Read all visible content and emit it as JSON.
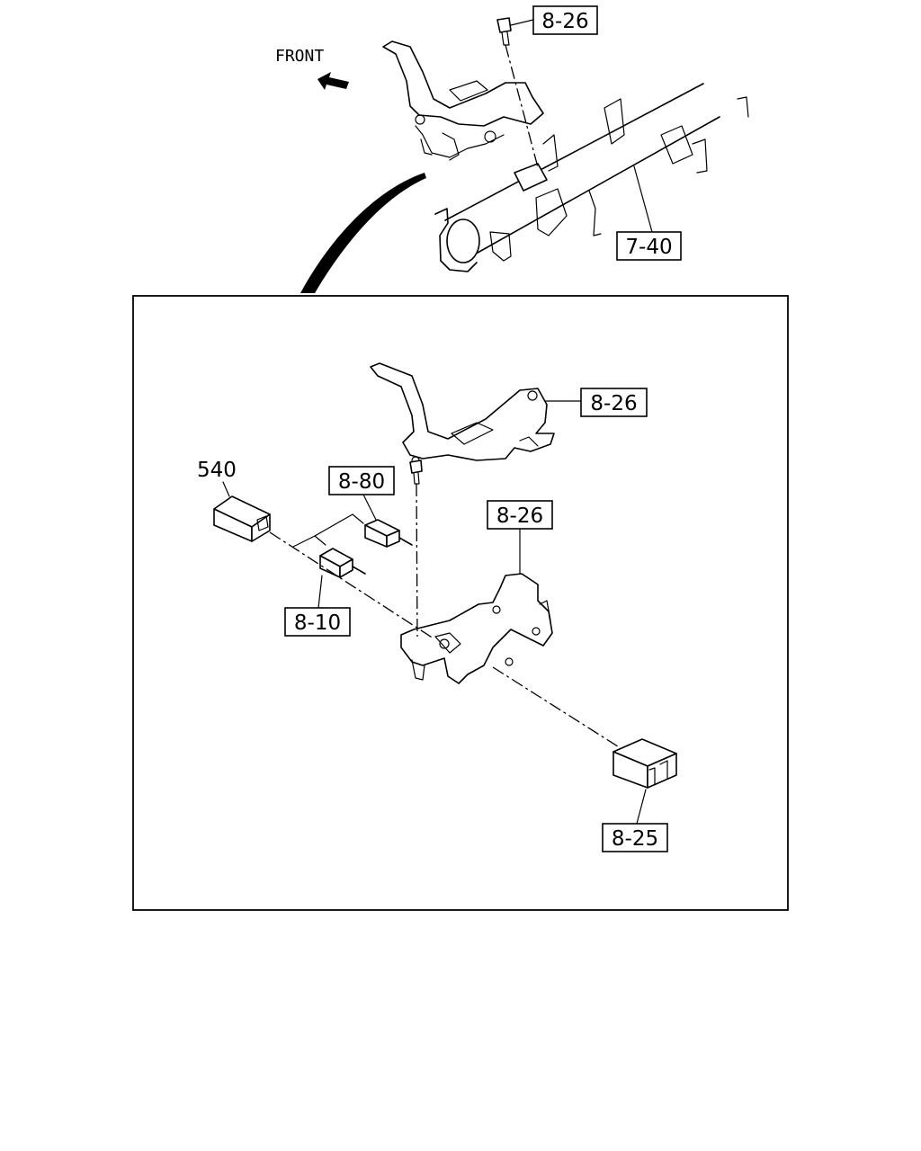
{
  "orientation_label": "FRONT",
  "callouts": {
    "bolt_top": "8-26",
    "crossmember": "7-40",
    "bracket_upper": "8-26",
    "bracket_mid": "8-26",
    "connector_a": "8-80",
    "connector_b": "8-10",
    "unit_small": "8-25",
    "unit_540": "540"
  },
  "icons": [
    "front-arrow-icon",
    "detail-arrow-icon"
  ]
}
